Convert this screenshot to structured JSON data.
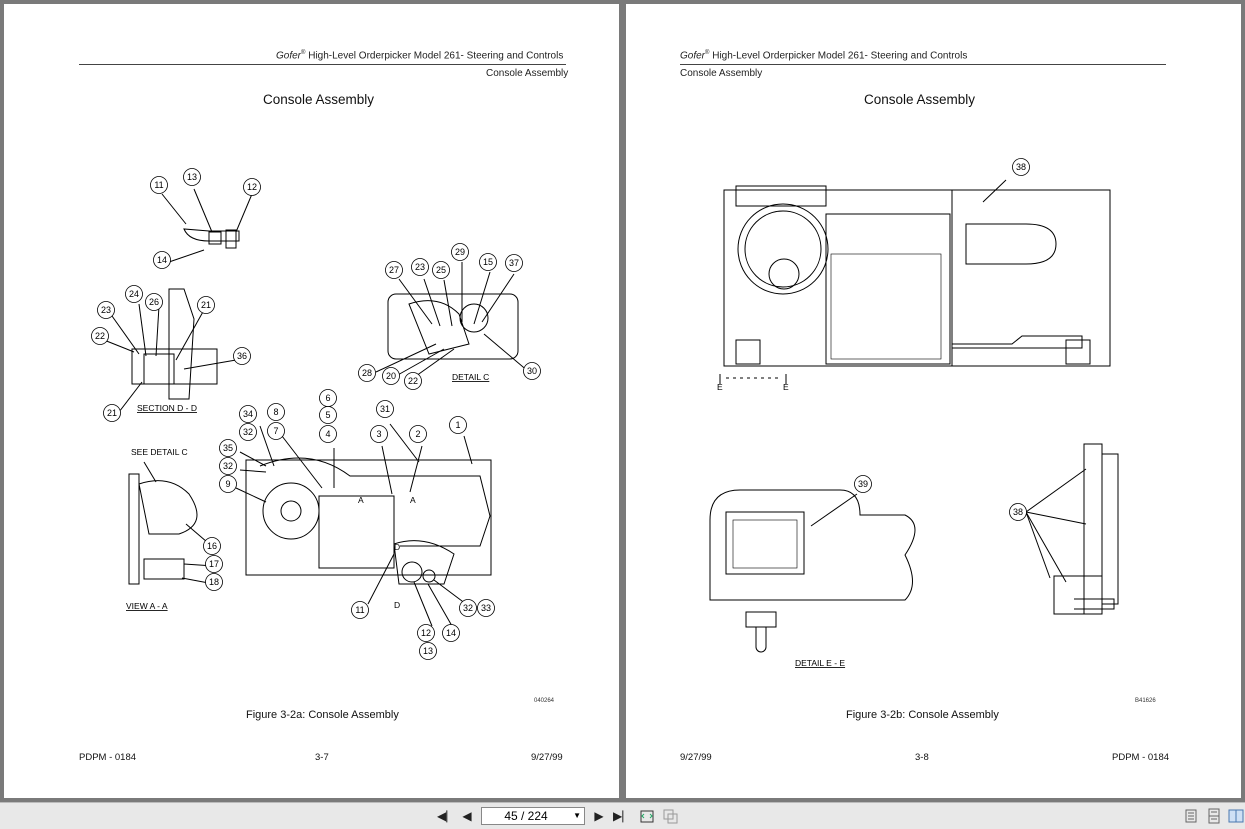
{
  "left_page": {
    "header_brand": "Gofer",
    "header_reg": "®",
    "header_rest": " High-Level Orderpicker Model 261- Steering and Controls",
    "header_sub": "Console Assembly",
    "title": "Console Assembly",
    "labels": {
      "section_dd": "SECTION D - D",
      "detail_c": "DETAIL C",
      "see_detail_c": "SEE DETAIL C",
      "view_aa": "VIEW A - A",
      "mark_a": "A",
      "mark_d": "D"
    },
    "callouts": [
      "11",
      "13",
      "12",
      "14",
      "24",
      "26",
      "21",
      "23",
      "22",
      "36",
      "21",
      "27",
      "23",
      "25",
      "29",
      "15",
      "37",
      "28",
      "20",
      "22",
      "30",
      "34",
      "8",
      "6",
      "5",
      "4",
      "31",
      "3",
      "2",
      "1",
      "32",
      "7",
      "35",
      "32",
      "9",
      "16",
      "17",
      "18",
      "11",
      "12",
      "13",
      "14",
      "32",
      "33"
    ],
    "drawing_number": "040264",
    "caption": "Figure 3-2a:  Console Assembly",
    "footer_left": "PDPM - 0184",
    "footer_center": "3-7",
    "footer_right": "9/27/99"
  },
  "right_page": {
    "header_brand": "Gofer",
    "header_reg": "®",
    "header_rest": " High-Level Orderpicker Model 261- Steering and Controls",
    "header_sub": "Console Assembly",
    "title": "Console Assembly",
    "labels": {
      "detail_ee": "DETAIL E - E",
      "mark_e": "E"
    },
    "callouts": [
      "38",
      "39",
      "38"
    ],
    "drawing_number": "B41626",
    "caption": "Figure 3-2b:  Console Assembly",
    "footer_left": "9/27/99",
    "footer_center": "3-8",
    "footer_right": "PDPM - 0184"
  },
  "toolbar": {
    "page_value": "45 / 224",
    "icons": [
      "first-page-icon",
      "prev-page-icon",
      "next-page-icon",
      "last-page-icon",
      "fit-page-icon",
      "fit-width-icon",
      "single-page-icon",
      "continuous-icon",
      "two-page-icon"
    ]
  }
}
